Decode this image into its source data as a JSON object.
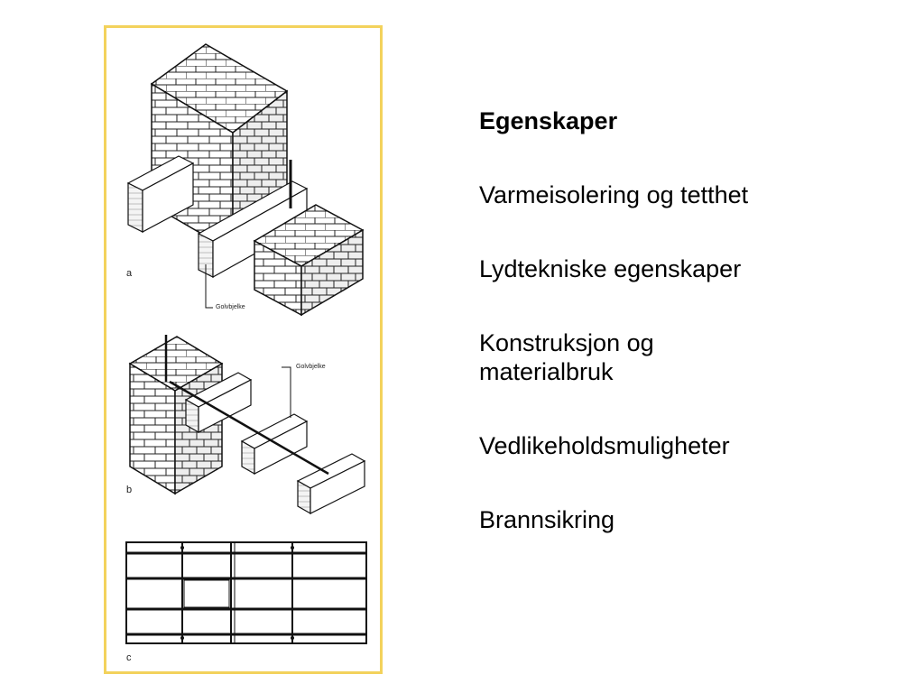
{
  "figure": {
    "label_a": "a",
    "label_b": "b",
    "label_c": "c",
    "callout_a": "Golvbjelke",
    "callout_b": "Golvbjelke",
    "frame_color": "#f3d25c"
  },
  "text": {
    "heading": "Egenskaper",
    "items": [
      "Varmeisolering og tetthet",
      "Lydtekniske egenskaper",
      "Konstruksjon og",
      "materialbruk",
      "Vedlikeholdsmuligheter",
      "Brannsikring"
    ]
  }
}
